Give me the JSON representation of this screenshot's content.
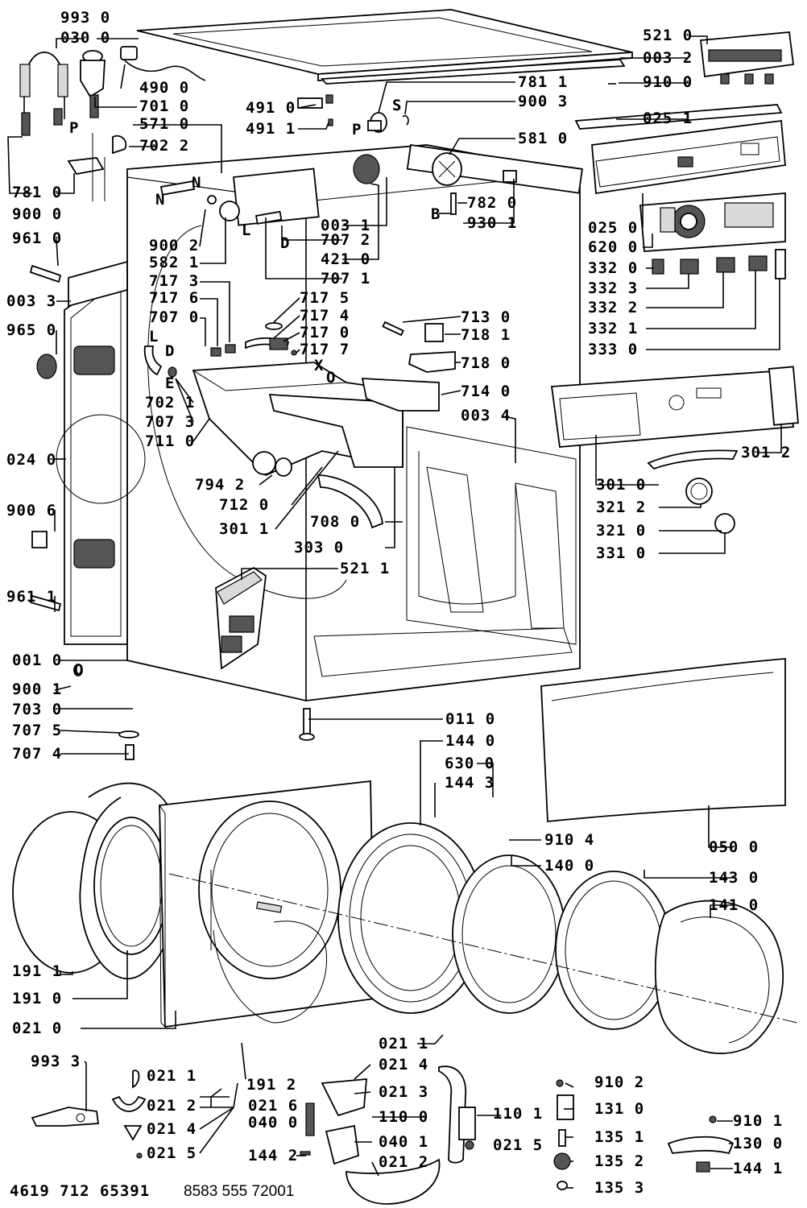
{
  "labels": {
    "l9930": "993 0",
    "l0300": "030 0",
    "l4900": "490 0",
    "l7010": "701 0",
    "l5710": "571 0",
    "l7022": "702 2",
    "lP1": "P",
    "lN1": "N",
    "lN2": "N",
    "l7810": "781 0",
    "l9000": "900 0",
    "l9610": "961 0",
    "l0033": "003 3",
    "l9650": "965 0",
    "l9002": "900 2",
    "l5821": "582 1",
    "l7173": "717 3",
    "l7176": "717 6",
    "l7070": "707 0",
    "lL1": "L",
    "lD1": "D",
    "lE1": "E",
    "l7021": "702 1",
    "l7073": "707 3",
    "l7110": "711 0",
    "l0240": "024 0",
    "l9006": "900 6",
    "l9611": "961 1",
    "l0010": "001 0",
    "l9001": "900 1",
    "lO1": "O",
    "l7030": "703 0",
    "l7075": "707 5",
    "l7074": "707 4",
    "l4910": "491 0",
    "l4911": "491 1",
    "l7811": "781 1",
    "l9003": "900 3",
    "lS1": "S",
    "lP2": "P",
    "l5810": "581 0",
    "l0031": "003 1",
    "l7072": "707 2",
    "l4210": "421 0",
    "l7071": "707 1",
    "l7175": "717 5",
    "l7174": "717 4",
    "l7170": "717 0",
    "l7177": "717 7",
    "l7130": "713 0",
    "l7181": "718 1",
    "l7180": "718 0",
    "l7140": "714 0",
    "l0034": "003 4",
    "lX1": "X",
    "lO2": "O",
    "lL2": "L",
    "lD2": "D",
    "l7942": "794 2",
    "l7120": "712 0",
    "l3011": "301 1",
    "l7080": "708 0",
    "l3030": "303 0",
    "l5211": "521 1",
    "l7820": "782 0",
    "l9301": "930 1",
    "lB1": "B",
    "l5210": "521 0",
    "l0032": "003 2",
    "l9100": "910 0",
    "l0251": "025 1",
    "l0250": "025 0",
    "l6200": "620 0",
    "l3320": "332 0",
    "l3323": "332 3",
    "l3322": "332 2",
    "l3321": "332 1",
    "l3330": "333 0",
    "l3012": "301 2",
    "l3010": "301 0",
    "l3212": "321 2",
    "l3210": "321 0",
    "l3310": "331 0",
    "l0110": "011 0",
    "l1440": "144 0",
    "l6300": "630 0",
    "l1443": "144 3",
    "l9104": "910 4",
    "l0500": "050 0",
    "l1400": "140 0",
    "l1430": "143 0",
    "l1410": "141 0",
    "l1911": "191 1",
    "l1910": "191 0",
    "l0210": "021 0",
    "l9933": "993 3",
    "l0211a": "021 1",
    "l0212a": "021 2",
    "l0214a": "021 4",
    "l0215a": "021 5",
    "l0216": "021 6",
    "l0400": "040 0",
    "l1442": "144 2",
    "l1912": "191 2",
    "l0211b": "021 1",
    "l0214b": "021 4",
    "l0213": "021 3",
    "l1100": "110 0",
    "l0401": "040 1",
    "l0212b": "021 2",
    "l1101": "110 1",
    "l0215b": "021 5",
    "l9102": "910 2",
    "l1310": "131 0",
    "l1351": "135 1",
    "l1352": "135 2",
    "l1353": "135 3",
    "l9101": "910 1",
    "l1300": "130 0",
    "l1441": "144 1"
  },
  "footer": {
    "model_code": "4619 712 65391",
    "service_code": "8583 555 72001"
  }
}
